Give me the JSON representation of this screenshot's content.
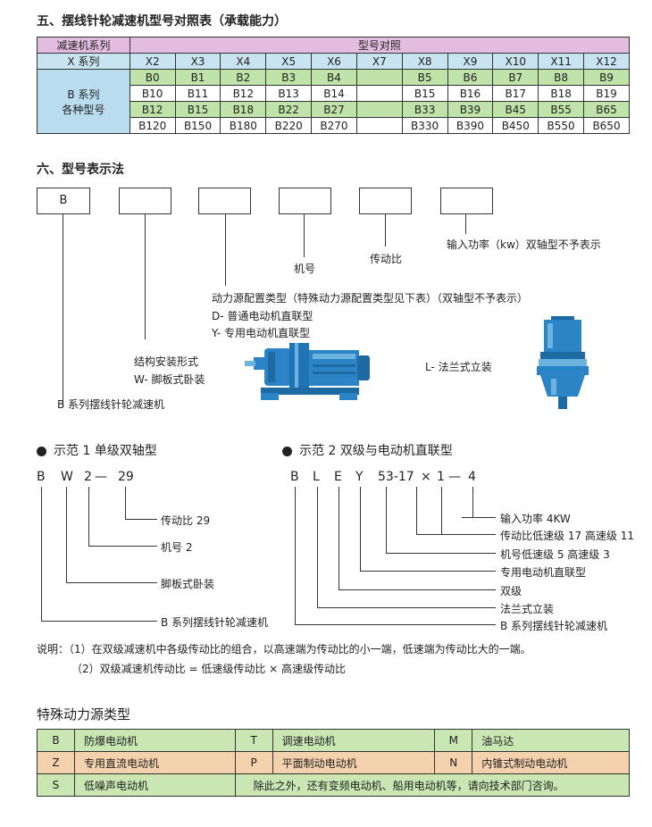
{
  "section5": {
    "title": "五、摆线针轮减速机型号对照表（承载能力）",
    "header_series": "减速机系列",
    "header_models": "型号对照",
    "x_label": "X 系列",
    "x_values": [
      "X2",
      "X3",
      "X4",
      "X5",
      "X6",
      "X7",
      "X8",
      "X9",
      "X10",
      "X11",
      "X12"
    ],
    "b_label_1": "B 系列",
    "b_label_2": "各种型号",
    "b_rows": [
      [
        "B0",
        "B1",
        "B2",
        "B3",
        "B4",
        "",
        "B5",
        "B6",
        "B7",
        "B8",
        "B9"
      ],
      [
        "B10",
        "B11",
        "B12",
        "B13",
        "B14",
        "",
        "B15",
        "B16",
        "B17",
        "B18",
        "B19"
      ],
      [
        "B12",
        "B15",
        "B18",
        "B22",
        "B27",
        "",
        "B33",
        "B39",
        "B45",
        "B55",
        "B65"
      ],
      [
        "B120",
        "B150",
        "B180",
        "B220",
        "B270",
        "",
        "B330",
        "B390",
        "B450",
        "B550",
        "B650"
      ]
    ]
  },
  "section6": {
    "title": "六、型号表示法",
    "box1": "B",
    "label_power": "输入功率（kw）双轴型不予表示",
    "label_ratio": "传动比",
    "label_frame": "机号",
    "label_drive": "动力源配置类型（特殊动力源配置类型见下表）（双轴型不予表示）",
    "label_d": "D- 普通电动机直联型",
    "label_y": "Y- 专用电动机直联型",
    "label_mount": "结构安装形式",
    "label_w": "W- 脚板式卧装",
    "label_l": "L- 法兰式立装",
    "label_series": "B 系列摆线针轮减速机"
  },
  "example1": {
    "title": "示范 1 单级双轴型",
    "codes": [
      "B",
      "W",
      "2",
      "—",
      "29"
    ],
    "labels": [
      "传动比 29",
      "机号 2",
      "脚板式卧装",
      "B 系列摆线针轮减速机"
    ]
  },
  "example2": {
    "title": "示范 2 双级与电动机直联型",
    "codes": [
      "B",
      "L",
      "E",
      "Y",
      "53-17",
      "×",
      "1",
      "—",
      "4"
    ],
    "labels": [
      "输入功率 4KW",
      "传动比低速级 17 高速级 11",
      "机号低速级 5 高速级 3",
      "专用电动机直联型",
      "双级",
      "法兰式立装",
      "B 系列摆线针轮减速机"
    ]
  },
  "notes": {
    "note1": "说明：（1）在双级减速机中各级传动比的组合，以高速端为传动比的小一端，低速端为传动比大的一端。",
    "note2": "（2）双级减速机传动比 = 低速级传动比 × 高速级传动比"
  },
  "special": {
    "title": "特殊动力源类型",
    "rows": [
      [
        "B",
        "防爆电动机",
        "T",
        "调速电动机",
        "M",
        "油马达"
      ],
      [
        "Z",
        "专用直流电动机",
        "P",
        "平面制动电动机",
        "N",
        "内锥式制动电动机"
      ]
    ],
    "last_code": "S",
    "last_name": "低噪声电动机",
    "last_note": "除此之外，还有变频电动机、船用电动机等，请向技术部门咨询。"
  },
  "colors": {
    "pink": "#e3bddf",
    "blue": "#c8e4f0",
    "green": "#bfe3a8",
    "orange": "#f4d2ae",
    "motor_blue": "#2a84c6"
  }
}
